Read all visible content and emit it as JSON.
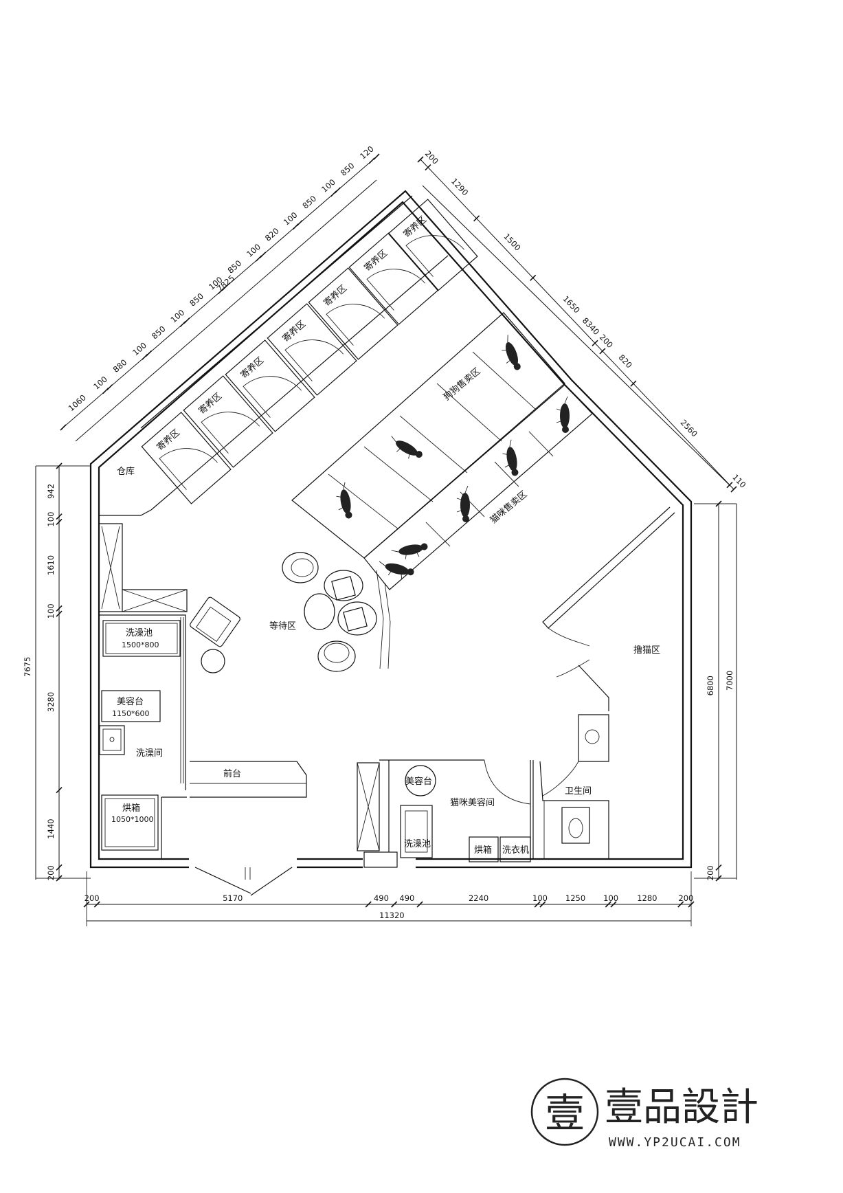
{
  "rooms": {
    "boarding": "寄养区",
    "storage": "仓库",
    "dog_sales": "狗狗售卖区",
    "cat_sales": "猫咪售卖区",
    "waiting": "等待区",
    "cat_petting": "撸猫区",
    "bath_room": "洗澡间",
    "front_desk": "前台",
    "cat_grooming_room": "猫咪美容间",
    "toilet": "卫生间"
  },
  "fixtures": {
    "bath_tub": "洗澡池",
    "bath_tub_size": "1500*800",
    "grooming_table": "美容台",
    "grooming_table_size": "1150*600",
    "dryer_box": "烘箱",
    "dryer_box_size": "1050*1000",
    "round_grooming_table": "美容台",
    "small_bath_tub": "洗澡池",
    "small_dryer": "烘箱",
    "washing_machine": "洗衣机"
  },
  "dimensions": {
    "top_left_segments": [
      "1060",
      "100",
      "880",
      "100",
      "850",
      "100",
      "850",
      "100",
      "850",
      "100",
      "820",
      "100",
      "850",
      "100",
      "850",
      "120"
    ],
    "top_left_total": "7825",
    "top_right_segments": [
      "200",
      "1290",
      "1500",
      "1650",
      "200",
      "820",
      "2560",
      "110"
    ],
    "top_right_total": "8340",
    "left_segments": [
      "942",
      "100",
      "1610",
      "100",
      "3280",
      "1440",
      "200"
    ],
    "left_total": "7675",
    "right_segments": [
      "6800",
      "200"
    ],
    "right_total": "7000",
    "bottom_segments": [
      "200",
      "5170",
      "490",
      "490",
      "2240",
      "100",
      "1250",
      "100",
      "1280",
      "200"
    ],
    "bottom_total": "11320"
  },
  "logo": {
    "glyph": "壹",
    "name": "壹品設計",
    "url": "WWW.YP2UCAI.COM"
  }
}
